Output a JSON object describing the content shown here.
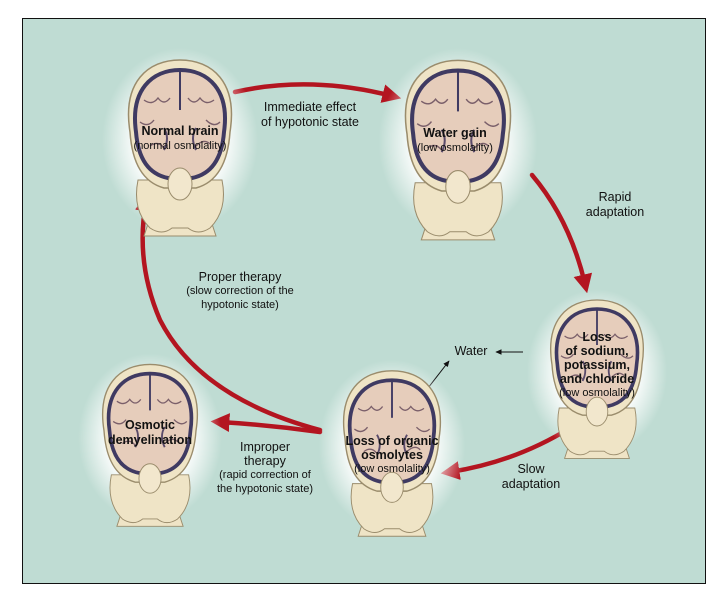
{
  "colors": {
    "background": "#bfdcd3",
    "arrow": "#b31520",
    "brain_tissue": "#e6cdbb",
    "brain_outline": "#3f3a62",
    "skull": "#efe4c6",
    "glow": "#ffffff"
  },
  "brains": {
    "normal": {
      "title": "Normal brain",
      "note": "(normal osmolality)"
    },
    "water_gain": {
      "title": "Water gain",
      "note": "(low osmolality)"
    },
    "loss_electrolytes": {
      "title1": "Loss",
      "title2": "of sodium,",
      "title3": "potassium,",
      "title4": "and chloride",
      "note": "(low osmolality)"
    },
    "loss_osmolytes": {
      "title1": "Loss of organic",
      "title2": "osmolytes",
      "note": "(low osmolality)"
    },
    "demyelination": {
      "title1": "Osmotic",
      "title2": "demyelination"
    }
  },
  "arrows": {
    "immediate": {
      "line1": "Immediate effect",
      "line2": "of hypotonic state"
    },
    "rapid": {
      "line1": "Rapid",
      "line2": "adaptation"
    },
    "slow": {
      "line1": "Slow",
      "line2": "adaptation"
    },
    "proper": {
      "line1": "Proper therapy",
      "line2": "(slow correction of the",
      "line3": "hypotonic state)"
    },
    "improper": {
      "line1": "Improper",
      "line2": "therapy",
      "line3": "(rapid correction of",
      "line4": "the hypotonic state)"
    },
    "water": {
      "label": "Water"
    }
  }
}
